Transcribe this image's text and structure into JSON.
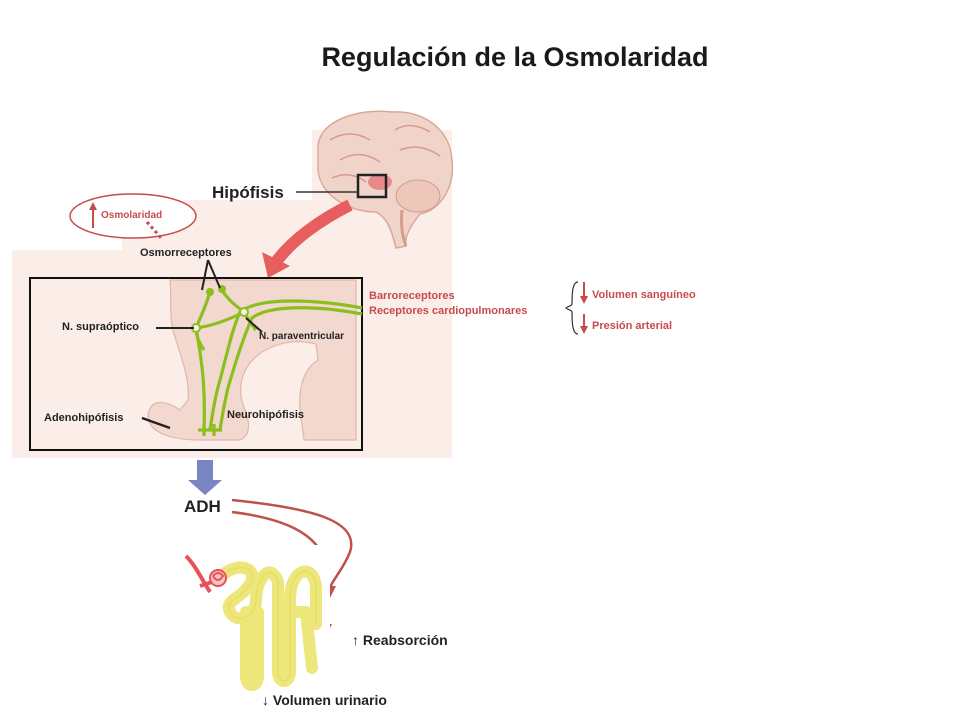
{
  "title": "Regulación de la Osmolaridad",
  "labels": {
    "hipofisis": "Hipófisis",
    "osmolaridad": "Osmolaridad",
    "osmorreceptores": "Osmorreceptores",
    "n_supraoptico": "N. supraóptico",
    "n_paraventricular": "N. paraventricular",
    "adenohipofisis": "Adenohipófisis",
    "neurohipofisis": "Neurohipófisis",
    "barorreceptores": "Barroreceptores",
    "receptores_cardio": "Receptores  cardiopulmonares",
    "volumen_sanguineo": "Volumen sanguíneo",
    "presion_arterial": "Presión arterial",
    "adh": "ADH",
    "reabsorcion": "↑ Reabsorción",
    "volumen_urinario": "↓ Volumen urinario"
  },
  "colors": {
    "accent_red": "#c84b4b",
    "neuron_green": "#8cbf1e",
    "tubule_yellow": "#f2eda0",
    "adh_arrow_blue": "#7a86c4",
    "tissue_pink": "#f9e6e0"
  }
}
